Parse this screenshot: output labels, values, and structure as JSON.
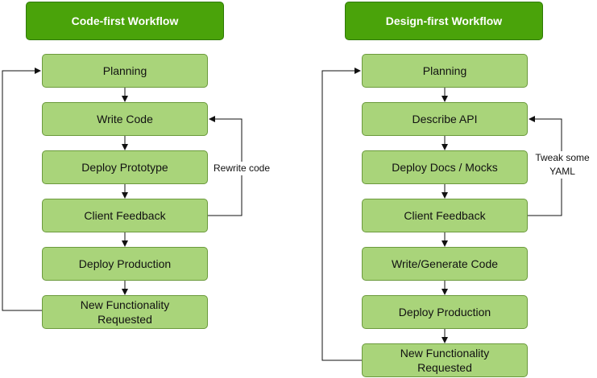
{
  "code_first": {
    "title": "Code-first Workflow",
    "steps": [
      "Planning",
      "Write Code",
      "Deploy Prototype",
      "Client Feedback",
      "Deploy Production",
      "New Functionality\nRequested"
    ],
    "loop_label": "Rewrite code"
  },
  "design_first": {
    "title": "Design-first Workflow",
    "steps": [
      "Planning",
      "Describe API",
      "Deploy Docs / Mocks",
      "Client Feedback",
      "Write/Generate Code",
      "Deploy Production",
      "New Functionality\nRequested"
    ],
    "loop_label": "Tweak some\nYAML"
  },
  "colors": {
    "header_fill": "#4aa30a",
    "step_fill": "#a9d47a",
    "arrow": "#111111"
  }
}
